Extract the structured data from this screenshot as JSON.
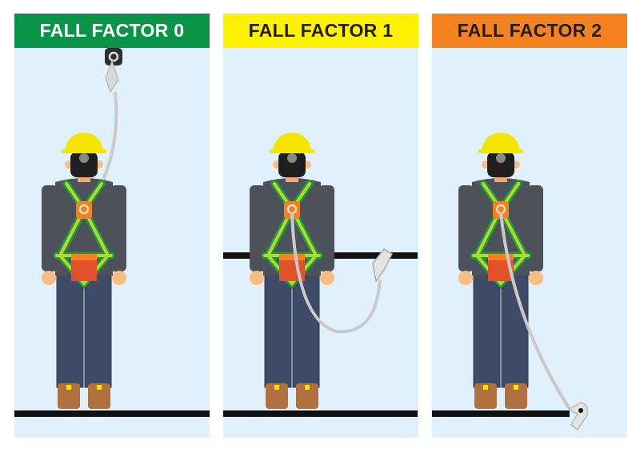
{
  "panels": [
    {
      "title": "FALL FACTOR 0",
      "header_color": "#0a9447",
      "text_color": "#ffffff"
    },
    {
      "title": "FALL FACTOR 1",
      "header_color": "#fff200",
      "text_color": "#231f20"
    },
    {
      "title": "FALL FACTOR 2",
      "header_color": "#f58220",
      "text_color": "#231f20"
    }
  ]
}
